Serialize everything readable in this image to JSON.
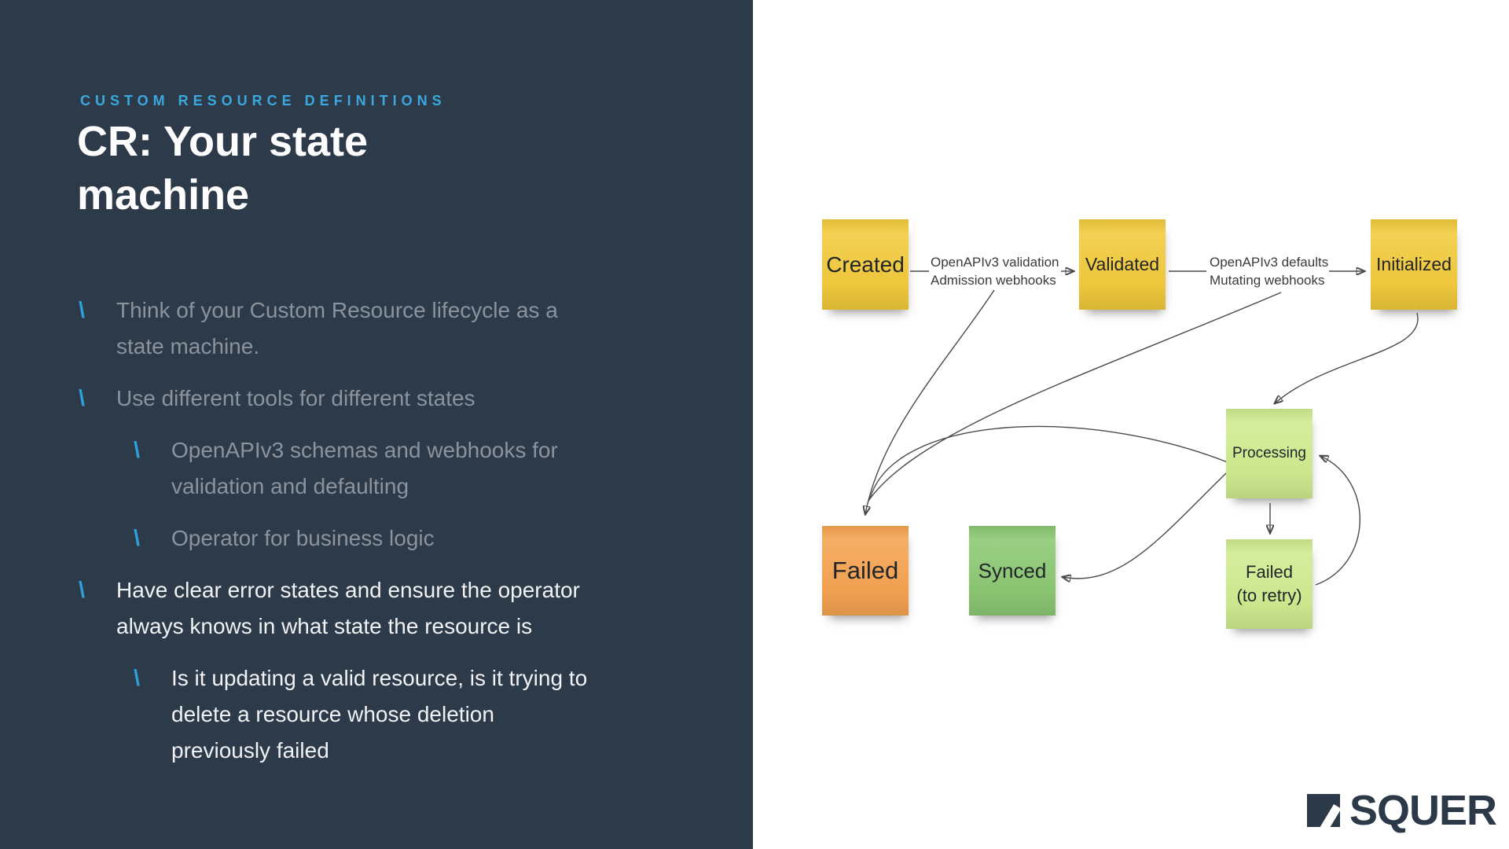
{
  "slide": {
    "eyebrow": "CUSTOM RESOURCE DEFINITIONS",
    "title": "CR: Your state\nmachine",
    "bullet_marker": "\\",
    "bullets": [
      {
        "level": 1,
        "dim": true,
        "text": "Think of your Custom Resource lifecycle as a\nstate machine."
      },
      {
        "level": 1,
        "dim": true,
        "text": "Use different tools for different states"
      },
      {
        "level": 2,
        "dim": true,
        "text": "OpenAPIv3 schemas and webhooks for\nvalidation and defaulting"
      },
      {
        "level": 2,
        "dim": true,
        "text": "Operator for business logic"
      },
      {
        "level": 1,
        "dim": false,
        "text": "Have clear error states and ensure the operator\nalways knows in what state the resource is"
      },
      {
        "level": 2,
        "dim": false,
        "text": "Is it updating a valid resource, is it trying to\ndelete a resource whose deletion\npreviously failed"
      }
    ]
  },
  "diagram": {
    "nodes": {
      "created": {
        "label": "Created",
        "color": "#f2ca3c"
      },
      "validated": {
        "label": "Validated",
        "color": "#f2ca3c"
      },
      "initialized": {
        "label": "Initialized",
        "color": "#f2ca3c"
      },
      "processing": {
        "label": "Processing",
        "color": "#cfeb90"
      },
      "retry": {
        "label": "Failed\n(to retry)",
        "color": "#cfeb90"
      },
      "failed": {
        "label": "Failed",
        "color": "#f5a351"
      },
      "synced": {
        "label": "Synced",
        "color": "#8cc873"
      }
    },
    "edge_labels": {
      "created_to_validated": "OpenAPIv3 validation\nAdmission webhooks",
      "validated_to_initialized": "OpenAPIv3 defaults\nMutating webhooks"
    }
  },
  "logo": {
    "text": "SQUER"
  },
  "colors": {
    "panel_background": "#2d3a4a",
    "accent_blue": "#3aa8dd",
    "text_dim": "#8b939d",
    "text_bright": "#f0f2f4",
    "note_yellow": "#f2ca3c",
    "note_orange": "#f5a351",
    "note_green": "#8cc873",
    "note_lightgreen": "#cfeb90",
    "arrow_line": "#4a4a4a",
    "logo_navy": "#2c3949"
  }
}
